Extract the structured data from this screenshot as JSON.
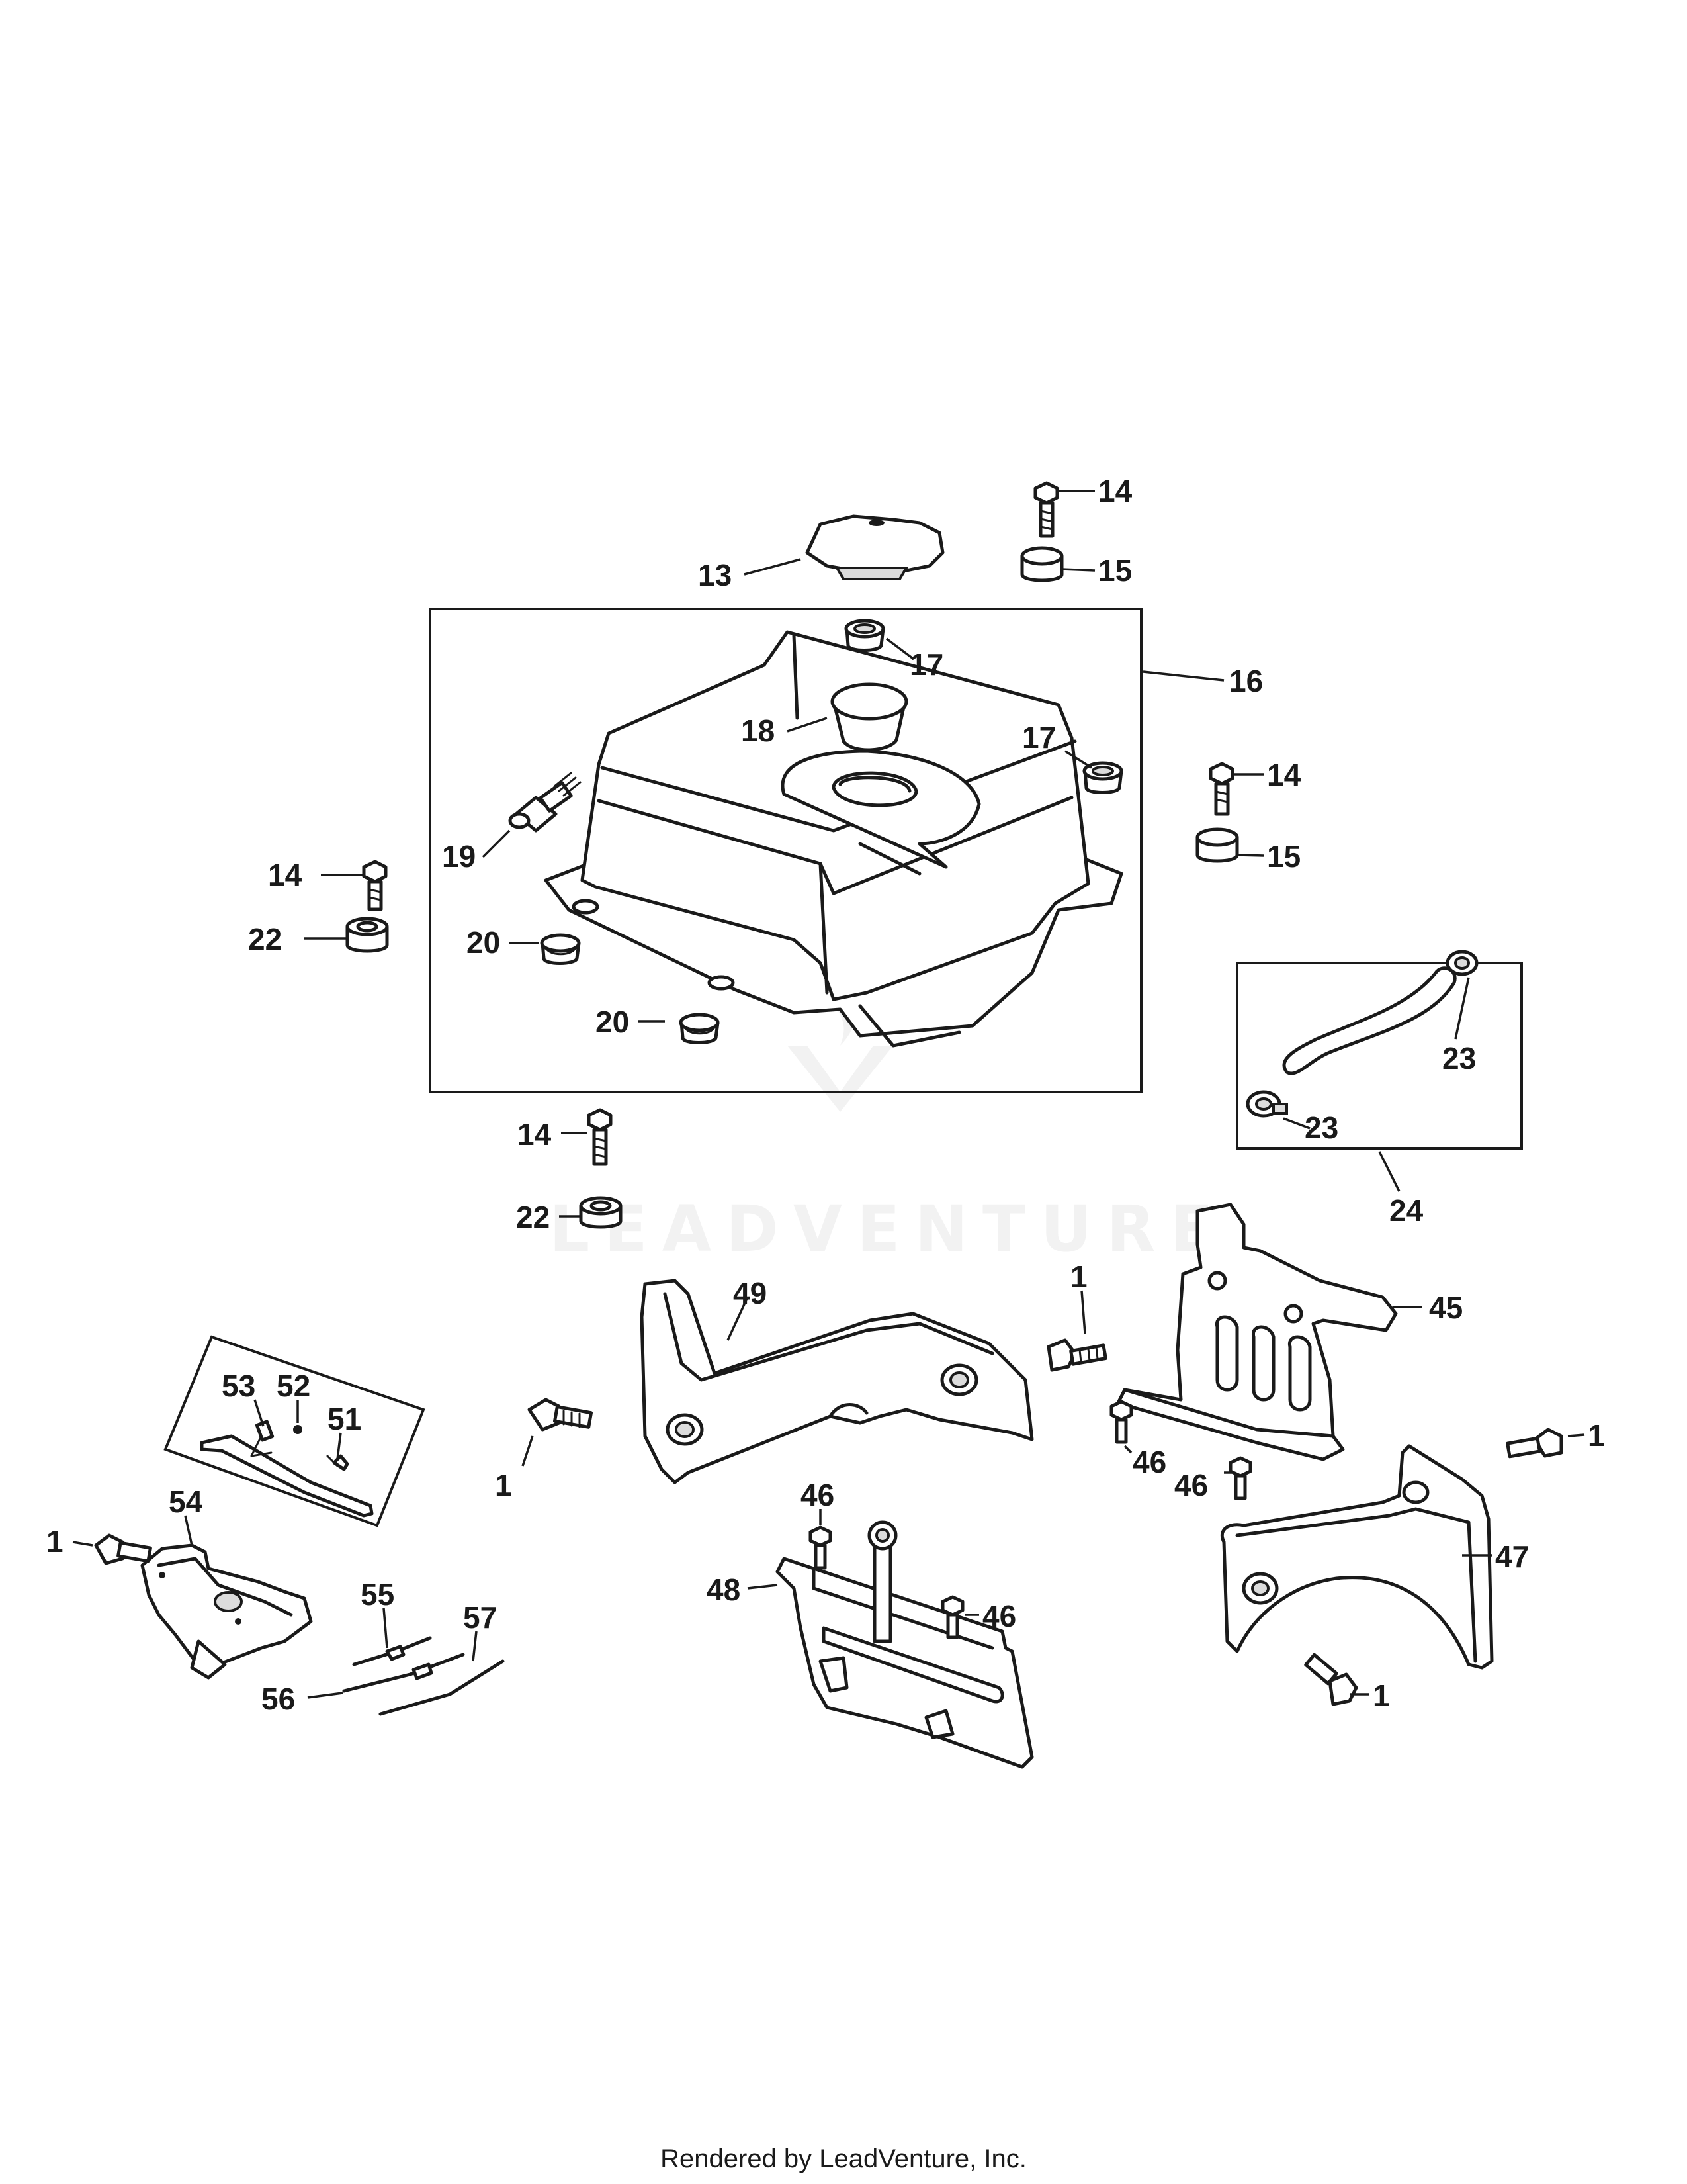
{
  "watermark": "LEADVENTURE",
  "footer": "Rendered by LeadVenture, Inc.",
  "callouts": [
    {
      "id": "c14a",
      "text": "14"
    },
    {
      "id": "c15a",
      "text": "15"
    },
    {
      "id": "c13",
      "text": "13"
    },
    {
      "id": "c17a",
      "text": "17"
    },
    {
      "id": "c16",
      "text": "16"
    },
    {
      "id": "c18",
      "text": "18"
    },
    {
      "id": "c17b",
      "text": "17"
    },
    {
      "id": "c14b",
      "text": "14"
    },
    {
      "id": "c19",
      "text": "19"
    },
    {
      "id": "c15b",
      "text": "15"
    },
    {
      "id": "c14c",
      "text": "14"
    },
    {
      "id": "c22a",
      "text": "22"
    },
    {
      "id": "c20a",
      "text": "20"
    },
    {
      "id": "c20b",
      "text": "20"
    },
    {
      "id": "c23a",
      "text": "23"
    },
    {
      "id": "c23b",
      "text": "23"
    },
    {
      "id": "c14d",
      "text": "14"
    },
    {
      "id": "c24",
      "text": "24"
    },
    {
      "id": "c22b",
      "text": "22"
    },
    {
      "id": "c49",
      "text": "49"
    },
    {
      "id": "c1a",
      "text": "1"
    },
    {
      "id": "c45",
      "text": "45"
    },
    {
      "id": "c53",
      "text": "53"
    },
    {
      "id": "c52",
      "text": "52"
    },
    {
      "id": "c51",
      "text": "51"
    },
    {
      "id": "c1b",
      "text": "1"
    },
    {
      "id": "c46a",
      "text": "46"
    },
    {
      "id": "c46b",
      "text": "46"
    },
    {
      "id": "c1c",
      "text": "1"
    },
    {
      "id": "c54",
      "text": "54"
    },
    {
      "id": "c46c",
      "text": "46"
    },
    {
      "id": "c1d",
      "text": "1"
    },
    {
      "id": "c47",
      "text": "47"
    },
    {
      "id": "c55",
      "text": "55"
    },
    {
      "id": "c48",
      "text": "48"
    },
    {
      "id": "c46d",
      "text": "46"
    },
    {
      "id": "c57",
      "text": "57"
    },
    {
      "id": "c1e",
      "text": "1"
    },
    {
      "id": "c56",
      "text": "56"
    }
  ]
}
